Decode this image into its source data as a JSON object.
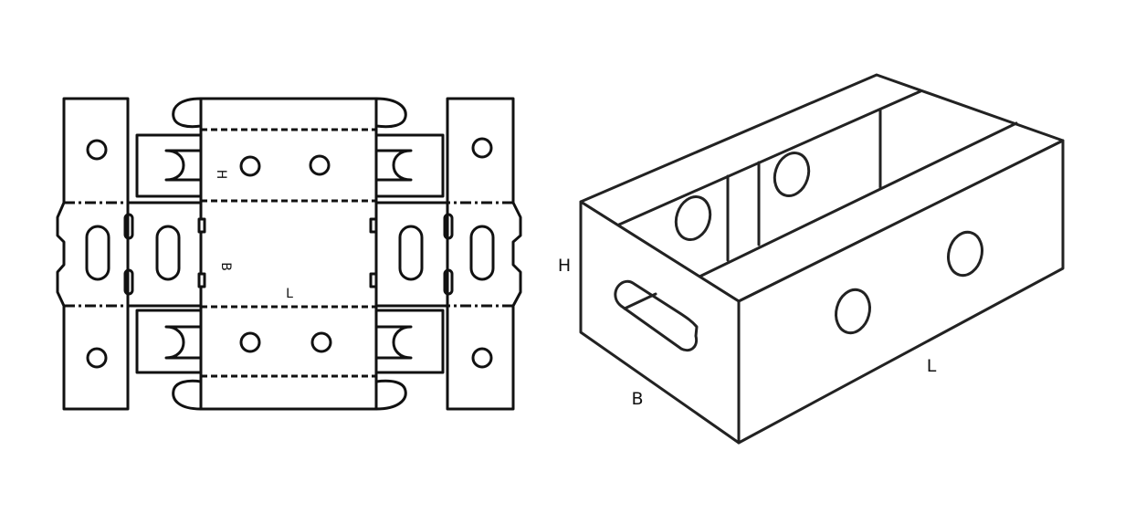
{
  "dieline": {
    "labels": {
      "h": "H",
      "b": "B",
      "l": "L"
    }
  },
  "box": {
    "labels": {
      "h": "H",
      "b": "B",
      "l": "L"
    }
  }
}
